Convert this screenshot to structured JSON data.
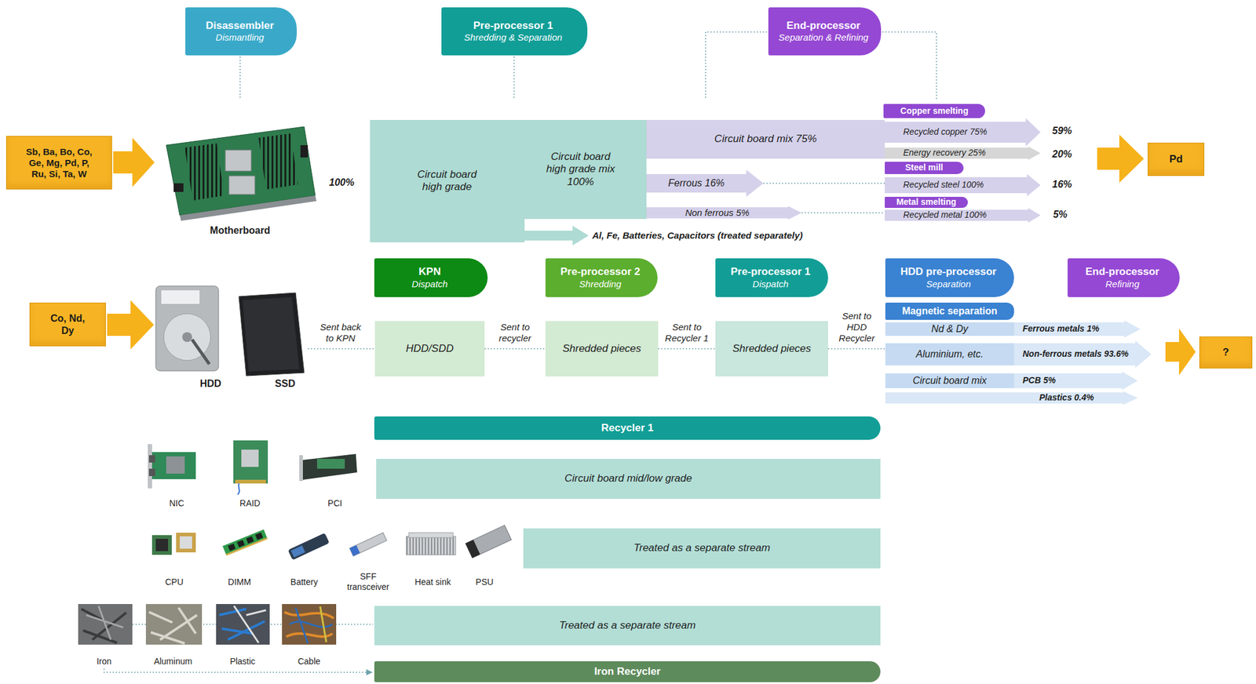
{
  "diagram": {
    "nodes": [
      {
        "text": [
          "Disassembler",
          "Dismantling"
        ]
      },
      {
        "text": [
          "Pre-processor 1",
          "Shredding & Separation"
        ]
      },
      {
        "text": [
          "End-processor",
          "Separation & Refining"
        ]
      },
      {
        "text": [
          "Sb, Ba, Bo, Co, Ge, Mg, Pd, P, Ru, Si, Ta, W"
        ]
      },
      {
        "text": [
          "Circuit board high grade",
          "Circuit board high grade mix 100%"
        ]
      },
      {
        "text": [
          "Circuit board mix 75%"
        ]
      },
      {
        "text": [
          "Copper smelting"
        ]
      },
      {
        "text": [
          "Recycled copper 75%"
        ]
      },
      {
        "text": [
          "Energy recovery 25%"
        ]
      },
      {
        "text": [
          "Ferrous 16%"
        ]
      },
      {
        "text": [
          "Steel mill"
        ]
      },
      {
        "text": [
          "Recycled steel 100%"
        ]
      },
      {
        "text": [
          "Non ferrous 5%"
        ]
      },
      {
        "text": [
          "Metal smelting"
        ]
      },
      {
        "text": [
          "Recycled metal 100%"
        ]
      },
      {
        "text": [
          "Pd"
        ]
      },
      {
        "text": [
          "Co, Nd, Dy"
        ]
      },
      {
        "text": [
          "KPN",
          "Dispatch"
        ]
      },
      {
        "text": [
          "Pre-processor 2",
          "Shredding"
        ]
      },
      {
        "text": [
          "Pre-processor 1",
          "Dispatch"
        ]
      },
      {
        "text": [
          "HDD pre-processor",
          "Separation"
        ]
      },
      {
        "text": [
          "End-processor",
          "Refining"
        ]
      },
      {
        "text": [
          "HDD/SDD"
        ]
      },
      {
        "text": [
          "Shredded pieces"
        ]
      },
      {
        "text": [
          "Shredded pieces"
        ]
      },
      {
        "text": [
          "Magnetic separation"
        ]
      },
      {
        "text": [
          "Nd & Dy",
          "Ferrous metals 1%"
        ]
      },
      {
        "text": [
          "Aluminium, etc.",
          "Non-ferrous metals 93.6%"
        ]
      },
      {
        "text": [
          "Circuit board mix",
          "PCB 5%"
        ]
      },
      {
        "text": [
          "Plastics 0.4%"
        ]
      },
      {
        "text": [
          "?"
        ]
      },
      {
        "text": [
          "Recycler 1"
        ]
      },
      {
        "text": [
          "Circuit board mid/low grade"
        ]
      },
      {
        "text": [
          "Treated as a separate stream"
        ]
      },
      {
        "text": [
          "Treated as a separate stream"
        ]
      },
      {
        "text": [
          "Iron Recycler"
        ]
      }
    ],
    "edges": [
      {
        "from": 9,
        "to": 11,
        "arrow": "none"
      },
      {
        "from": 12,
        "to": 14,
        "arrow": "none"
      },
      {
        "from": 22,
        "to": 23,
        "label": "Sent to recycler",
        "arrow": "none"
      },
      {
        "from": 23,
        "to": 24,
        "label": "Sent to Recycler 1",
        "arrow": "none"
      },
      {
        "from": 24,
        "to": 27,
        "label": "Sent to HDD Recycler",
        "arrow": "none"
      }
    ],
    "labels": [
      "100%",
      "Motherboard",
      "Al, Fe, Batteries, Capacitors (treated separately)",
      "59%",
      "20%",
      "16%",
      "5%",
      "HDD",
      "SSD",
      "Sent back to KPN",
      "NIC",
      "RAID",
      "PCI",
      "CPU",
      "DIMM",
      "Battery",
      "SFF transceiver",
      "Heat sink",
      "PSU",
      "Iron",
      "Aluminum",
      "Plastic",
      "Cable"
    ]
  }
}
